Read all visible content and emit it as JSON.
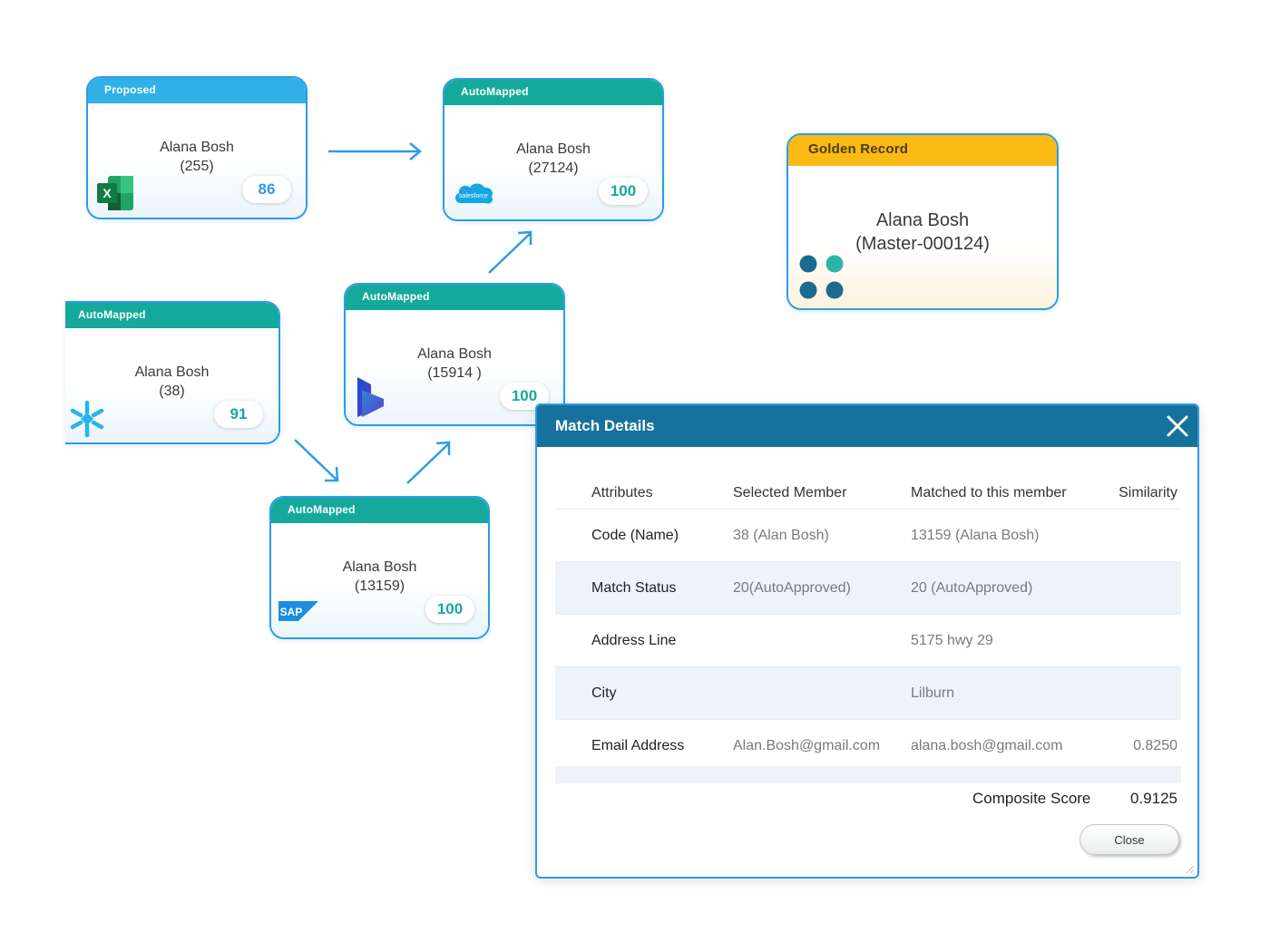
{
  "colors": {
    "border_blue": "#2f9be6",
    "proposed_header": "#2fb1e8",
    "automapped_header": "#14a99a",
    "golden_header": "#fbba14",
    "modal_header": "#16719c",
    "score_blue": "#2f9be6",
    "score_teal": "#14a99a"
  },
  "cards": {
    "proposed_excel": {
      "status": "Proposed",
      "name": "Alana Bosh",
      "id": "(255)",
      "score": "86",
      "source_icon": "excel-icon"
    },
    "automapped_salesforce": {
      "status": "AutoMapped",
      "name": "Alana Bosh",
      "id": "(27124)",
      "score": "100",
      "source_icon": "salesforce-icon",
      "logo_text": "salesforce"
    },
    "automapped_snowflake": {
      "status": "AutoMapped",
      "name": "Alana Bosh",
      "id": "(38)",
      "score": "91",
      "source_icon": "snowflake-icon"
    },
    "automapped_dynamics": {
      "status": "AutoMapped",
      "name": "Alana Bosh",
      "id": "(15914 )",
      "score": "100",
      "source_icon": "dynamics-icon"
    },
    "automapped_sap": {
      "status": "AutoMapped",
      "name": "Alana Bosh",
      "id": "(13159)",
      "score": "100",
      "source_icon": "sap-icon",
      "logo_text": "SAP"
    },
    "golden": {
      "status": "Golden Record",
      "name": "Alana Bosh",
      "id": "(Master-000124)",
      "source_icon": "mdm-dots-icon"
    }
  },
  "modal": {
    "title": "Match Details",
    "columns": [
      "Attributes",
      "Selected Member",
      "Matched to this member",
      "Similarity"
    ],
    "rows": [
      {
        "attribute": "Code (Name)",
        "selected": "38 (Alan Bosh)",
        "matched": "13159 (Alana Bosh)",
        "similarity": ""
      },
      {
        "attribute": "Match Status",
        "selected": "20(AutoApproved)",
        "matched": "20 (AutoApproved)",
        "similarity": ""
      },
      {
        "attribute": "Address Line",
        "selected": "",
        "matched": "5175 hwy 29",
        "similarity": ""
      },
      {
        "attribute": "City",
        "selected": "",
        "matched": "Lilburn",
        "similarity": ""
      },
      {
        "attribute": "Email Address",
        "selected": "Alan.Bosh@gmail.com",
        "matched": "alana.bosh@gmail.com",
        "similarity": "0.8250"
      }
    ],
    "composite_label": "Composite Score",
    "composite_value": "0.9125",
    "close_label": "Close"
  }
}
